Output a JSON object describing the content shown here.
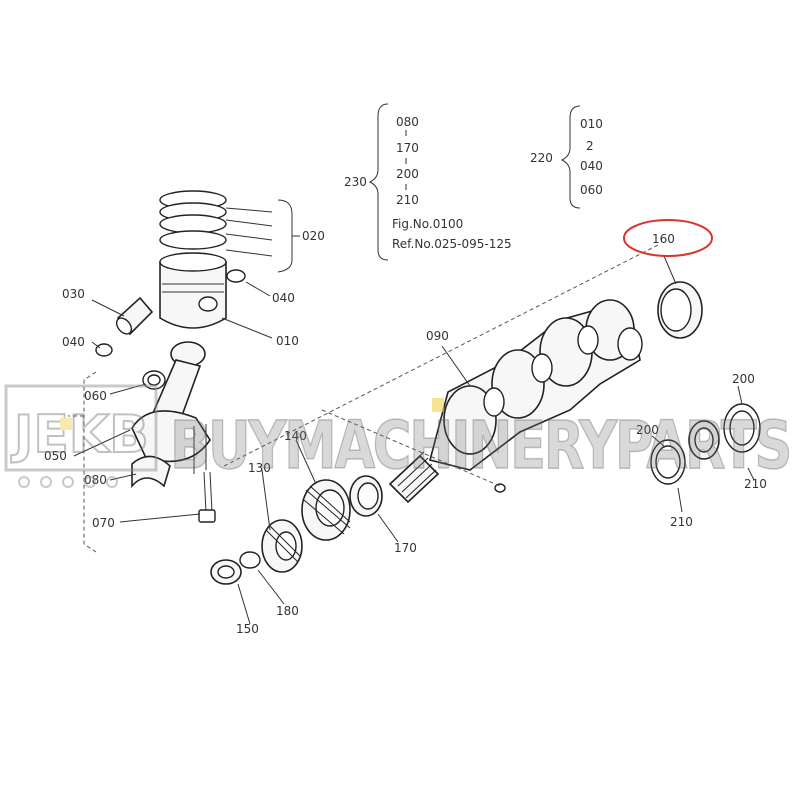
{
  "callouts": {
    "c010a": "010",
    "c020": "020",
    "c030": "030",
    "c040a": "040",
    "c040b": "040",
    "c050": "050",
    "c060": "060",
    "c070": "070",
    "c080": "080",
    "c090": "090",
    "c130": "130",
    "c140": "140",
    "c150": "150",
    "c160": "160",
    "c170": "170",
    "c180": "180",
    "c200a": "200",
    "c200b": "200",
    "c210a": "210",
    "c210b": "210"
  },
  "group230": {
    "label": "230",
    "items": [
      "080",
      "170",
      "200",
      "210"
    ],
    "fig": "Fig.No.0100",
    "ref": "Ref.No.025-095-125"
  },
  "group220": {
    "label": "220",
    "items": [
      "010",
      "2",
      "040",
      "060"
    ]
  },
  "highlight": {
    "label": "160",
    "color": "#d9352b"
  },
  "watermark": {
    "text": "BUYMACHINERYPARTS",
    "logo_text": "JEKB"
  }
}
